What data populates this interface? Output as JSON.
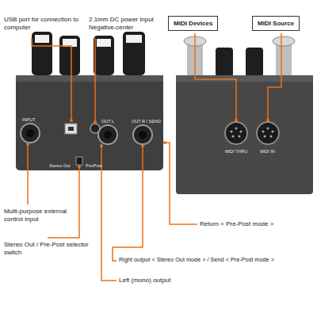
{
  "diagram": {
    "nodes": [
      {
        "text": [
          "MIDI Devices"
        ]
      },
      {
        "text": [
          "MIDI Source"
        ]
      }
    ],
    "labels": [
      "USB port for connection to computer",
      "2.1mm DC power input Negative-center",
      "Multi-purpose external control input",
      "Stereo Out / Pre-Post selector switch",
      "Return < Pre-Post mode >",
      "Right output < Stereo Out mode > / Send < Pre-Post mode >",
      "Left (mono) output",
      "INPUT",
      "OUT L",
      "OUT R / SEND",
      "Stereo Out",
      "Pre/Post",
      "MIDI THRU",
      "MIDI IN"
    ]
  }
}
